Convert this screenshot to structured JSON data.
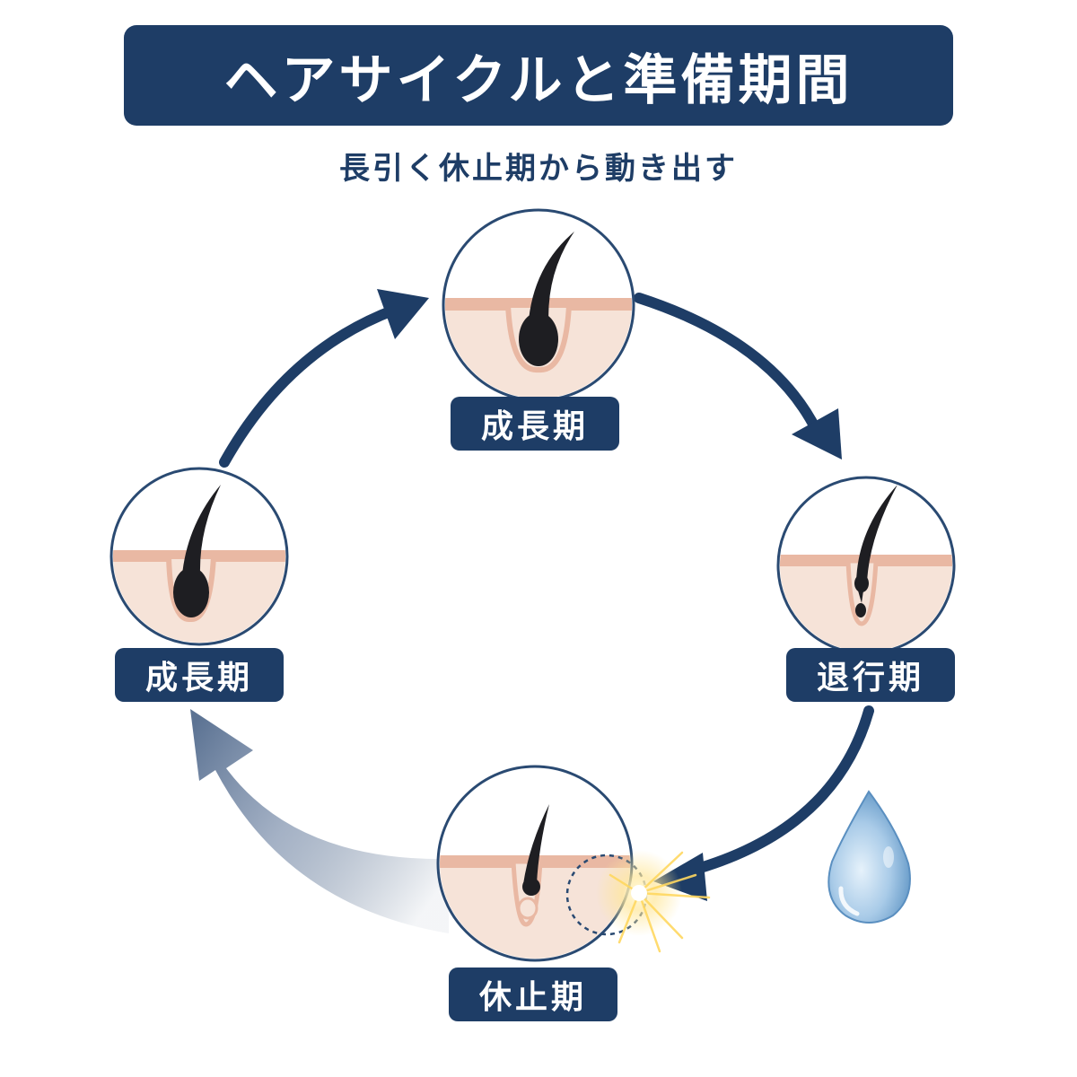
{
  "title": "ヘアサイクルと準備期間",
  "subtitle": "長引く休止期から動き出す",
  "colors": {
    "navy": "#1e3d66",
    "skin": "#f6e3d8",
    "skin_edge": "#e9b8a3",
    "hair": "#1e1e22",
    "circle_border": "#2a4a72"
  },
  "phases": {
    "top": {
      "label": "成長期",
      "icon": "hair-follicle-growing-icon"
    },
    "right": {
      "label": "退行期",
      "icon": "hair-follicle-regressing-icon"
    },
    "bottom": {
      "label": "休止期",
      "icon": "hair-follicle-resting-icon"
    },
    "left": {
      "label": "成長期",
      "icon": "hair-follicle-growing-icon"
    }
  },
  "decorations": {
    "water_drop": "water-drop-icon",
    "sparkle": "sparkle-icon"
  }
}
